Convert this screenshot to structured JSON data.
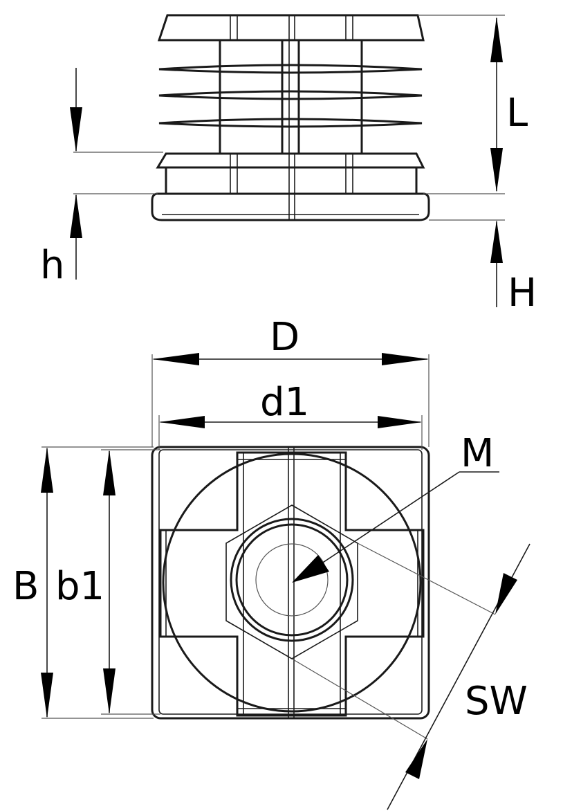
{
  "labels": {
    "L": "L",
    "h": "h",
    "H": "H",
    "D": "D",
    "d1": "d1",
    "M": "M",
    "B": "B",
    "b1": "b1",
    "SW": "SW"
  },
  "colors": {
    "line": "#1a1a1a",
    "background": "#ffffff"
  }
}
